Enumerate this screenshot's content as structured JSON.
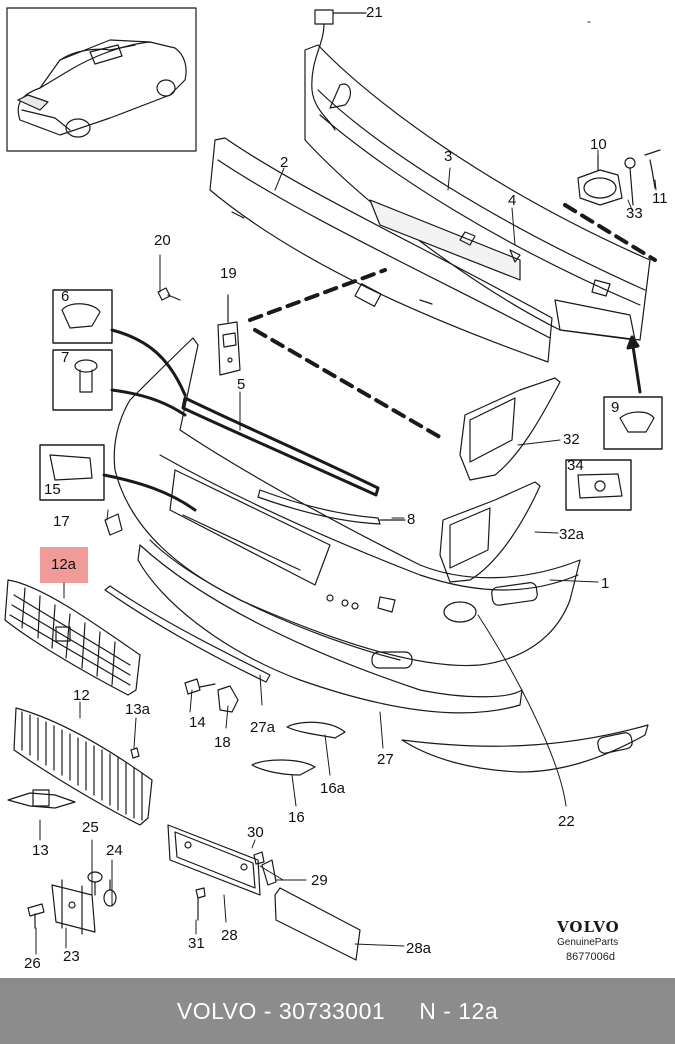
{
  "diagram": {
    "labels": {
      "p1": "1",
      "p2": "2",
      "p3": "3",
      "p4": "4",
      "p5": "5",
      "p6": "6",
      "p7": "7",
      "p8": "8",
      "p9": "9",
      "p10": "10",
      "p11": "11",
      "p12": "12",
      "p12a": "12a",
      "p13": "13",
      "p13a": "13a",
      "p14": "14",
      "p15": "15",
      "p16": "16",
      "p16a": "16a",
      "p17": "17",
      "p18": "18",
      "p19": "19",
      "p20": "20",
      "p21": "21",
      "p22": "22",
      "p23": "23",
      "p24": "24",
      "p25": "25",
      "p26": "26",
      "p27": "27",
      "p27a": "27a",
      "p28": "28",
      "p28a": "28a",
      "p29": "29",
      "p30": "30",
      "p31": "31",
      "p32": "32",
      "p32a": "32a",
      "p33": "33",
      "p34": "34"
    },
    "highlight_color": "#f19a9a"
  },
  "brand": {
    "logo": "VOLVO",
    "subtitle": "GenuineParts",
    "code": "8677006d"
  },
  "footer": {
    "text": "VOLVO - 30733001",
    "ref": "N - 12a",
    "background": "#8c8c8c"
  }
}
